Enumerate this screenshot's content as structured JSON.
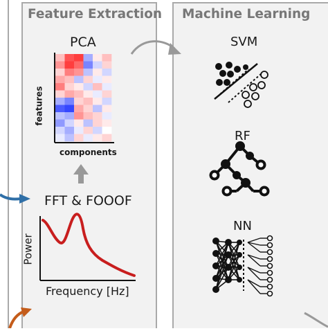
{
  "panels": {
    "feature_extraction": {
      "title": "Feature Extraction"
    },
    "machine_learning": {
      "title": "Machine Learning"
    }
  },
  "pca": {
    "title": "PCA",
    "ylabel": "features",
    "xlabel": "components"
  },
  "spectrum": {
    "title": "FFT & FOOOF",
    "ylabel": "Power",
    "xlabel": "Frequency [Hz]",
    "line_color": "#c81e1e"
  },
  "models": [
    {
      "label": "SVM",
      "icon": "svm-icon"
    },
    {
      "label": "RF",
      "icon": "decision-tree-icon"
    },
    {
      "label": "NN",
      "icon": "neural-network-icon"
    }
  ],
  "colors": {
    "panel_border": "#a9a9a9",
    "panel_fill": "#f2f2f2",
    "input_arrow_blue": "#2f6fa7",
    "input_arrow_orange": "#c45c1a",
    "flow_arrow_gray": "#999999"
  }
}
